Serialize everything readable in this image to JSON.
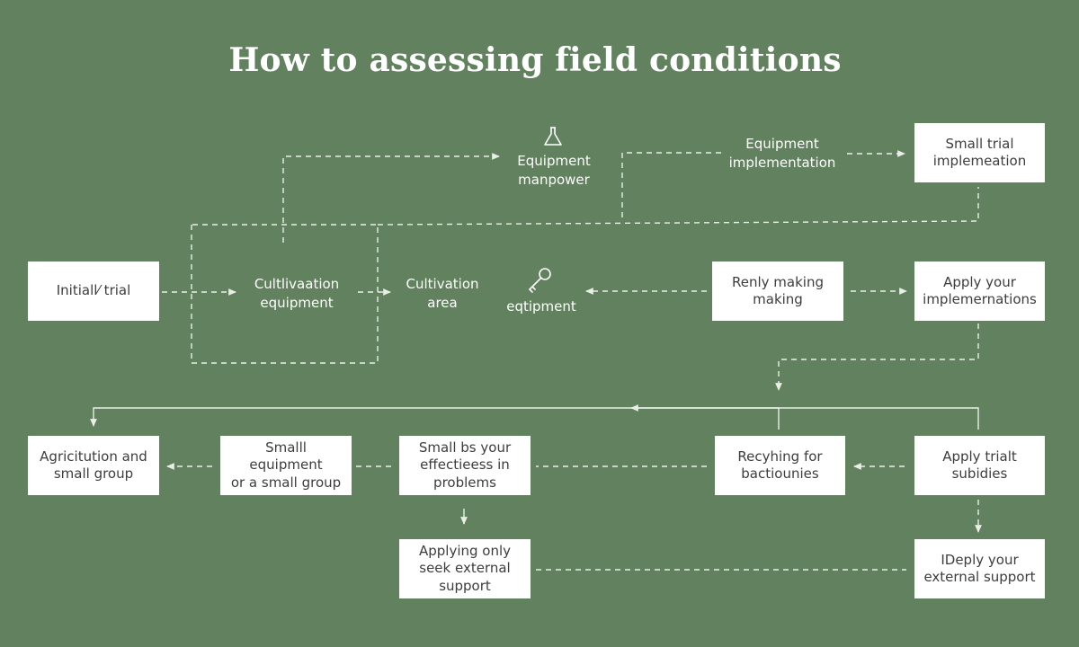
{
  "title": "How to assessing  field conditions",
  "nodes": {
    "initial_trial": "Initiall⁄ trial",
    "cultivation_equipment": "Cultlivaation\nequipment",
    "cultivation_area": "Cultivation\narea",
    "equipment_key": "eqtipment",
    "equipment_manpower": "Equipment\nmanpower",
    "equipment_implementation": "Equipment\nimplementation",
    "small_trial_implementation": "Small trial\nimplemeation",
    "renly_making": "Renly making\nmaking",
    "apply_implementations": "Apply your\nimplemernations",
    "agricitution_small_group": "Agricitution and\nsmall group",
    "small_equipment_group": "Smalll equipment\nor a small group",
    "small_bs_effectiveness": "Small bs your\neffectieess in\nproblems",
    "recyhing_bactiounies": "Recyhing for\nbactiounies",
    "apply_trialt_subidies": "Apply trialt\nsubidies",
    "applying_external_support": "Applying only\nseek external\nsupport",
    "deply_external_support": "IDeply your\nexternal support"
  },
  "icons": {
    "flask": "flask-icon",
    "key": "key-icon"
  },
  "colors": {
    "background": "#62815f",
    "box": "#ffffff",
    "line": "#e9efe7",
    "text": "#3d3d3d"
  }
}
